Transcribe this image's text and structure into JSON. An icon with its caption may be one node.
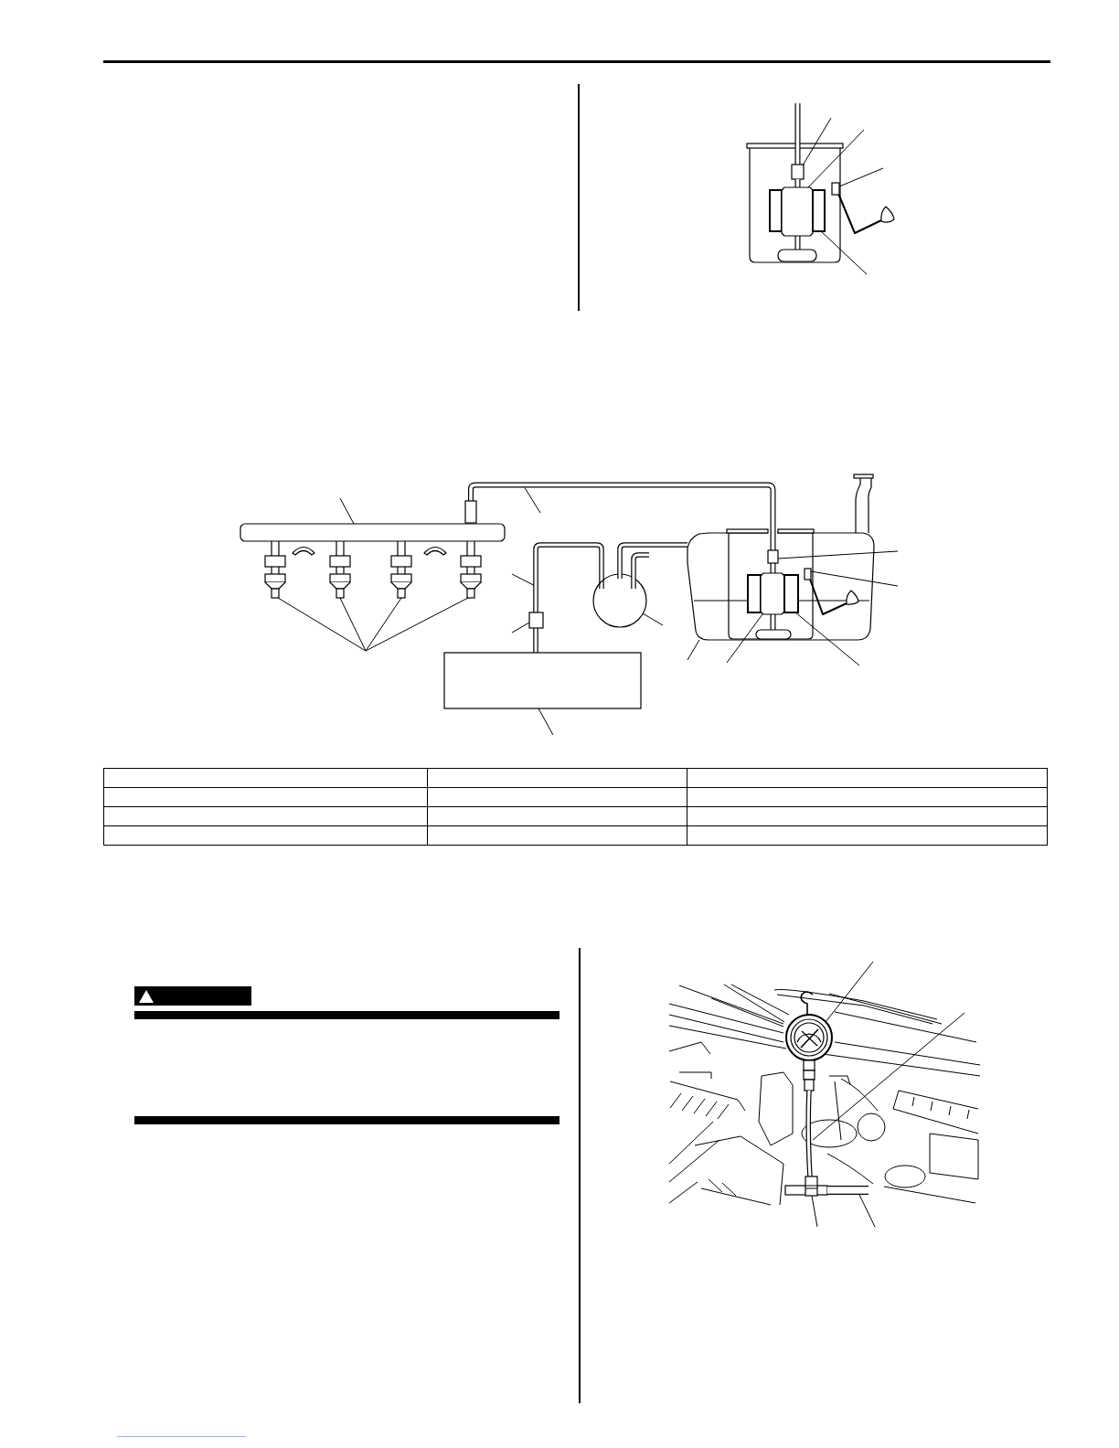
{
  "diagram": {
    "nodes": [
      {
        "text": [],
        "shape": "box"
      },
      {
        "text": [],
        "shape": "picture"
      },
      {
        "text": [],
        "shape": "box"
      },
      {
        "text": [],
        "shape": "box"
      },
      {
        "text": [],
        "shape": "bar"
      },
      {
        "text": [],
        "shape": "picture"
      },
      {
        "text": [],
        "shape": "picture"
      },
      {
        "text": [],
        "shape": "picture"
      },
      {
        "text": [],
        "shape": "picture"
      },
      {
        "text": [],
        "shape": "picture"
      },
      {
        "text": [],
        "shape": "picture"
      },
      {
        "text": [],
        "shape": "box"
      },
      {
        "text": [],
        "shape": "circle"
      },
      {
        "text": [],
        "shape": "picture"
      },
      {
        "text": [],
        "shape": "picture"
      },
      {
        "text": [],
        "shape": "picture"
      },
      {
        "text": [],
        "shape": "box",
        "in": 15
      },
      {
        "text": [],
        "shape": "box",
        "in": 15
      },
      {
        "text": [],
        "shape": "picture",
        "in": 15
      },
      {
        "text": [],
        "shape": "box",
        "in": 15
      },
      {
        "text": [],
        "shape": "box"
      },
      {
        "text": [],
        "shape": "picture"
      },
      {
        "text": [],
        "shape": "picture"
      },
      {
        "text": [],
        "shape": "picture"
      },
      {
        "text": [],
        "shape": "picture"
      }
    ],
    "edges": [
      {
        "from": null,
        "to": 0,
        "arrow": "none"
      },
      {
        "from": null,
        "to": 1,
        "arrow": "none"
      },
      {
        "from": null,
        "to": 2,
        "arrow": "none"
      },
      {
        "from": null,
        "to": 3,
        "arrow": "none"
      },
      {
        "from": null,
        "to": 4,
        "arrow": "none"
      },
      {
        "from": null,
        "to": 5,
        "arrow": "none"
      },
      {
        "from": null,
        "to": 6,
        "arrow": "none"
      },
      {
        "from": null,
        "to": 7,
        "arrow": "none"
      },
      {
        "from": null,
        "to": 8,
        "arrow": "none"
      },
      {
        "from": null,
        "to": 9,
        "arrow": "none"
      },
      {
        "from": null,
        "to": 10,
        "arrow": "none"
      },
      {
        "from": null,
        "to": 11,
        "arrow": "none"
      },
      {
        "from": null,
        "to": 12,
        "arrow": "none"
      },
      {
        "from": null,
        "to": 15,
        "arrow": "none"
      },
      {
        "from": null,
        "to": 16,
        "arrow": "none"
      },
      {
        "from": null,
        "to": 17,
        "arrow": "none"
      },
      {
        "from": null,
        "to": 18,
        "arrow": "none"
      },
      {
        "from": null,
        "to": 19,
        "arrow": "none"
      },
      {
        "from": null,
        "to": 20,
        "arrow": "none"
      },
      {
        "from": null,
        "to": 21,
        "arrow": "none"
      },
      {
        "from": null,
        "to": 22,
        "arrow": "none"
      },
      {
        "from": null,
        "to": 23,
        "arrow": "none"
      },
      {
        "from": null,
        "to": 24,
        "arrow": "none"
      }
    ]
  }
}
